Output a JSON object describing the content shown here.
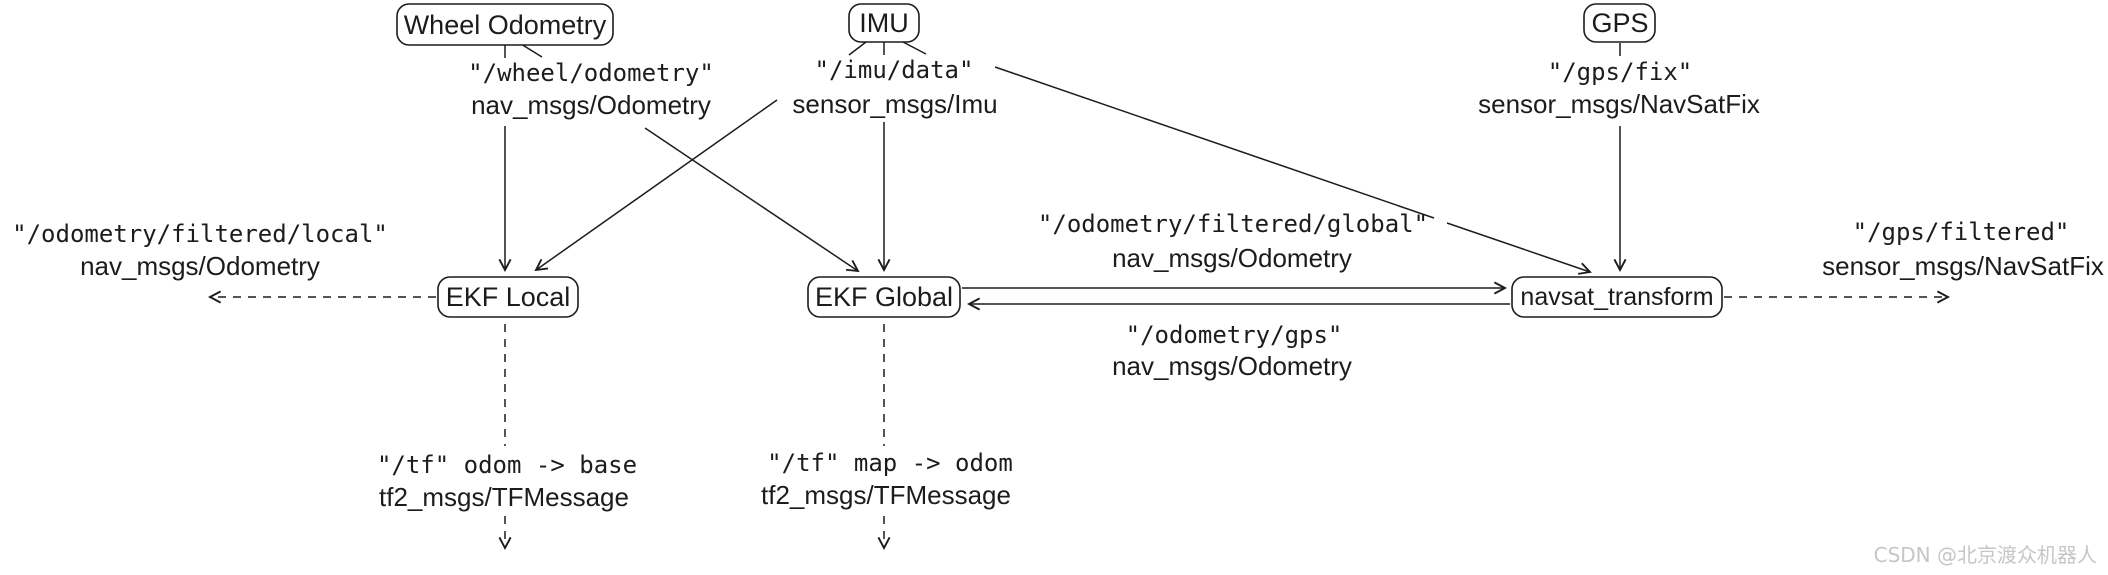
{
  "diagram": {
    "title_context": "robot_localization ROS node graph",
    "nodes": {
      "wheel_odometry": {
        "label": "Wheel Odometry"
      },
      "imu": {
        "label": "IMU"
      },
      "gps": {
        "label": "GPS"
      },
      "ekf_local": {
        "label": "EKF Local"
      },
      "ekf_global": {
        "label": "EKF Global"
      },
      "navsat_transform": {
        "label": "navsat_transform"
      }
    },
    "topics": {
      "wheel": {
        "topic": "\"/wheel/odometry\"",
        "type": "nav_msgs/Odometry"
      },
      "imu": {
        "topic": "\"/imu/data\"",
        "type": "sensor_msgs/Imu"
      },
      "gps": {
        "topic": "\"/gps/fix\"",
        "type": "sensor_msgs/NavSatFix"
      },
      "odom_filtered_local": {
        "topic": "\"/odometry/filtered/local\"",
        "type": "nav_msgs/Odometry"
      },
      "odom_filtered_global": {
        "topic": "\"/odometry/filtered/global\"",
        "type": "nav_msgs/Odometry"
      },
      "odom_gps": {
        "topic": "\"/odometry/gps\"",
        "type": "nav_msgs/Odometry"
      },
      "gps_filtered": {
        "topic": "\"/gps/filtered\"",
        "type": "sensor_msgs/NavSatFix"
      },
      "tf_odom_base": {
        "topic": "\"/tf\" odom -> base",
        "type": "tf2_msgs/TFMessage"
      },
      "tf_map_odom": {
        "topic": "\"/tf\" map -> odom",
        "type": "tf2_msgs/TFMessage"
      }
    },
    "watermark": "CSDN @北京渡众机器人",
    "colors": {
      "line": "#1c1c1c",
      "background": "#ffffff",
      "watermark": "#c6c6c6"
    }
  }
}
